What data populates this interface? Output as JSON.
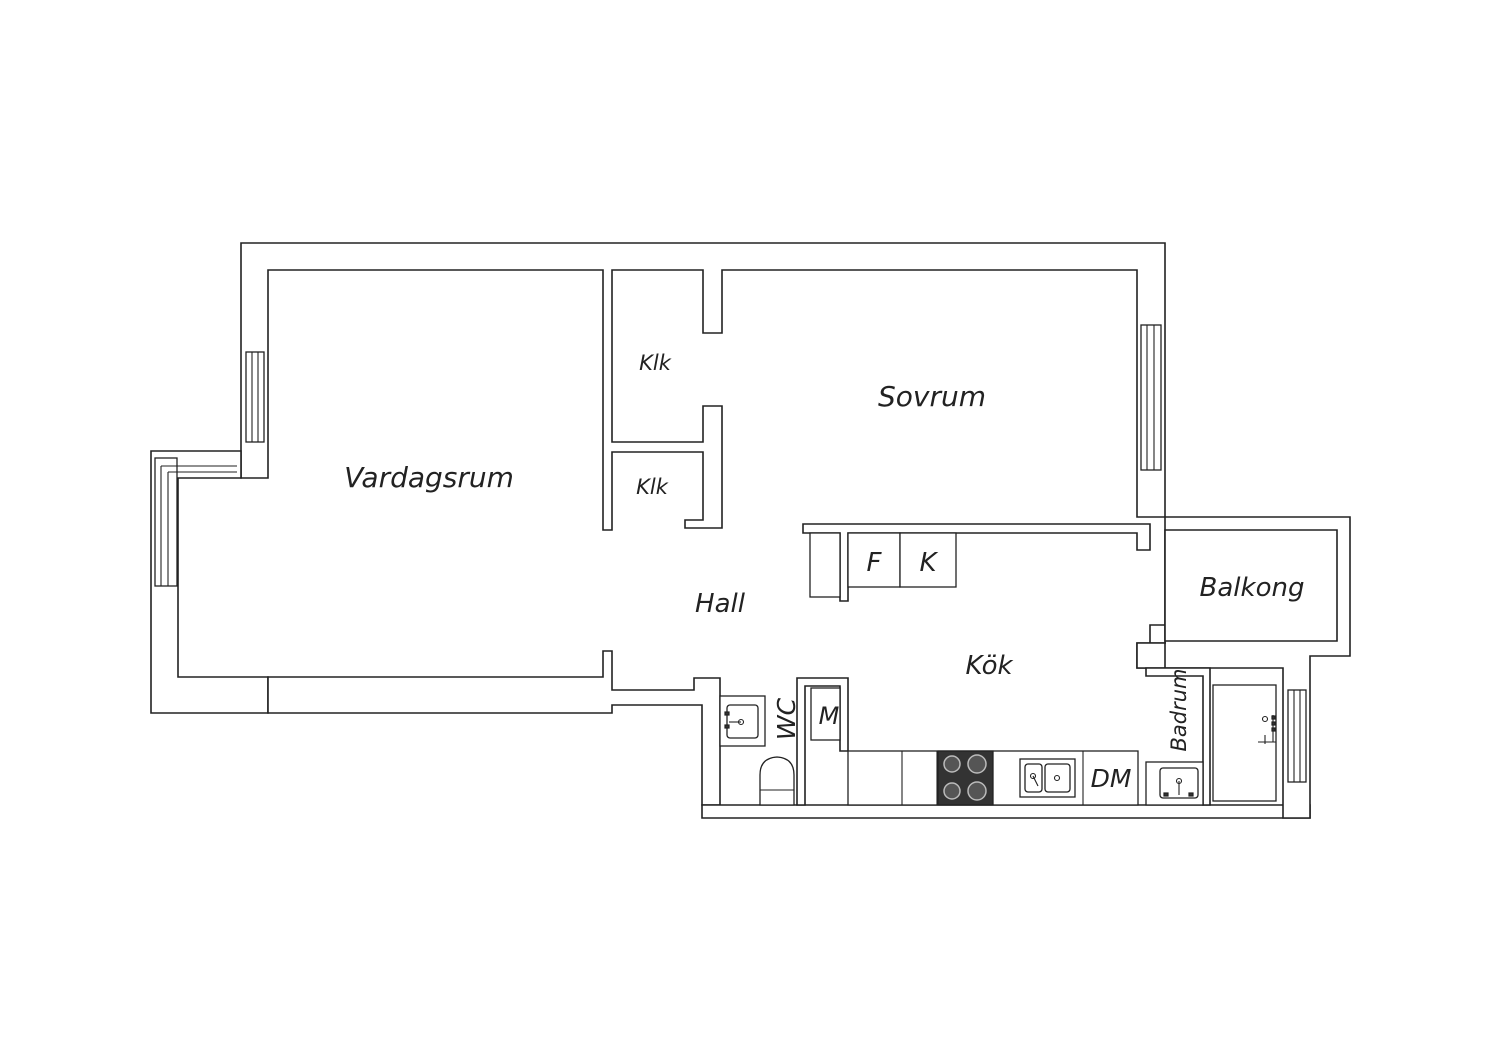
{
  "rooms": {
    "vardagsrum": "Vardagsrum",
    "sovrum": "Sovrum",
    "klk_top": "Klk",
    "klk_bottom": "Klk",
    "hall": "Hall",
    "kok": "Kök",
    "balkong": "Balkong",
    "wc": "WC",
    "badrum": "Badrum"
  },
  "fixtures": {
    "fridge": "F",
    "freezer": "K",
    "washer": "M",
    "dishwasher": "DM"
  },
  "colors": {
    "line": "#222222",
    "background": "#ffffff",
    "stove": "#333333"
  }
}
